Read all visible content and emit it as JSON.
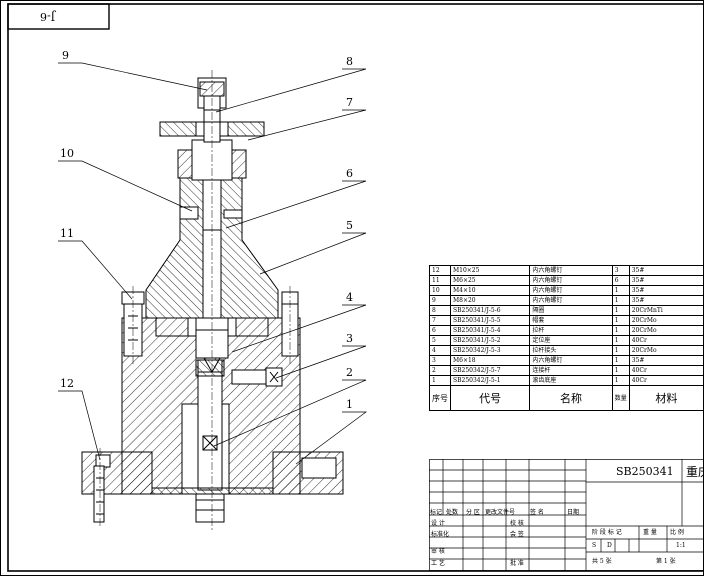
{
  "drawing_code": "J-6",
  "balloons": [
    "1",
    "2",
    "3",
    "4",
    "5",
    "6",
    "7",
    "8",
    "9",
    "10",
    "11",
    "12"
  ],
  "bom": {
    "rows": [
      {
        "no": "12",
        "code": "M10×25",
        "name": "内六角螺钉",
        "qty": "3",
        "mat": "35#"
      },
      {
        "no": "11",
        "code": "M6×25",
        "name": "内六角螺钉",
        "qty": "6",
        "mat": "35#"
      },
      {
        "no": "10",
        "code": "M4×10",
        "name": "内六角螺钉",
        "qty": "1",
        "mat": "35#"
      },
      {
        "no": "9",
        "code": "M8×20",
        "name": "内六角螺钉",
        "qty": "1",
        "mat": "35#"
      },
      {
        "no": "8",
        "code": "SB250341/J-5-6",
        "name": "隔圈",
        "qty": "1",
        "mat": "20CrMnTi"
      },
      {
        "no": "7",
        "code": "SB250341/J-5-5",
        "name": "帽套",
        "qty": "1",
        "mat": "20CrMo"
      },
      {
        "no": "6",
        "code": "SB250341/J-5-4",
        "name": "拉杆",
        "qty": "1",
        "mat": "20CrMo"
      },
      {
        "no": "5",
        "code": "SB250341/J-5-2",
        "name": "定位座",
        "qty": "1",
        "mat": "40Cr"
      },
      {
        "no": "4",
        "code": "SB250342/J-5-3",
        "name": "拉杆接头",
        "qty": "1",
        "mat": "20CrMo"
      },
      {
        "no": "3",
        "code": "M6×18",
        "name": "内六角螺钉",
        "qty": "1",
        "mat": "35#"
      },
      {
        "no": "2",
        "code": "SB250342/J-5-7",
        "name": "连接杆",
        "qty": "1",
        "mat": "40Cr"
      },
      {
        "no": "1",
        "code": "SB250342/J-5-1",
        "name": "滚齿底座",
        "qty": "1",
        "mat": "40Cr"
      }
    ],
    "header": {
      "no": "序号",
      "code": "代号",
      "name": "名称",
      "qty": "数量",
      "mat": "材料"
    }
  },
  "title_block": {
    "drawing_no": "SB250341",
    "company": "重庆",
    "rev_headers": [
      "标记",
      "处数",
      "分 区",
      "更改文件号",
      "签 名",
      "日期"
    ],
    "roles": [
      "设 计",
      "标准化",
      "审 核",
      "工 艺"
    ],
    "checks": [
      "校 核",
      "会 签",
      "批 准"
    ],
    "stage_headers": [
      "阶 段 标 记",
      "重 量",
      "比 例"
    ],
    "stage": [
      "S",
      "D"
    ],
    "scale": "1:1",
    "sheets": "共 5 张",
    "sheet_no": "第 1 张"
  }
}
